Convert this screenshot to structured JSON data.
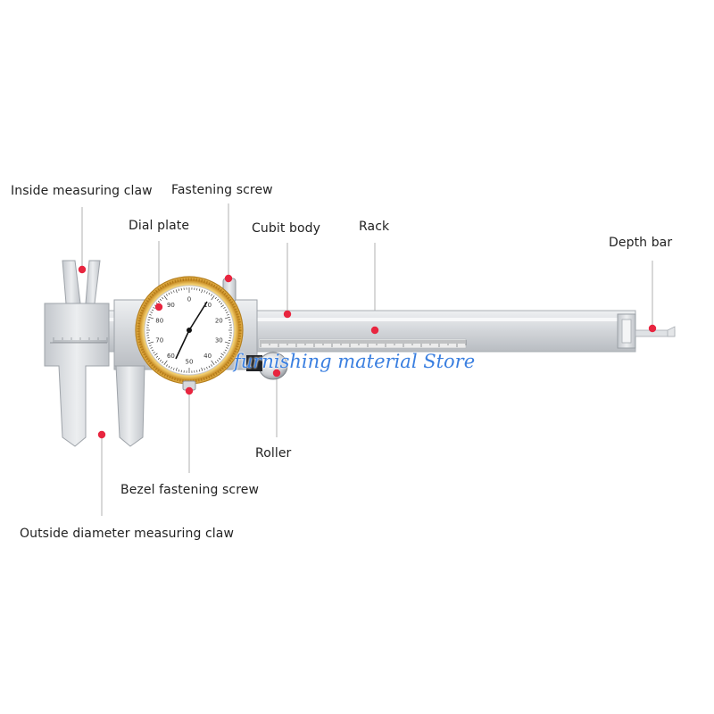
{
  "labels": {
    "inside_measuring_claw": "Inside measuring claw",
    "fastening_screw": "Fastening screw",
    "dial_plate": "Dial plate",
    "cubit_body": "Cubit body",
    "rack": "Rack",
    "depth_bar": "Depth bar",
    "roller": "Roller",
    "bezel_fastening_screw": "Bezel fastening screw",
    "outside_diameter_measuring_claw": "Outside diameter measuring claw"
  },
  "dial": {
    "numbers": [
      "0",
      "10",
      "20",
      "30",
      "40",
      "50",
      "60",
      "70",
      "80",
      "90"
    ]
  },
  "watermark": "furnishing material Store",
  "colors": {
    "marker": "#e8253f",
    "leader_line": "#b9b9b9",
    "bezel_gold": "#d9a53a",
    "steel": "#d4d6d9"
  }
}
